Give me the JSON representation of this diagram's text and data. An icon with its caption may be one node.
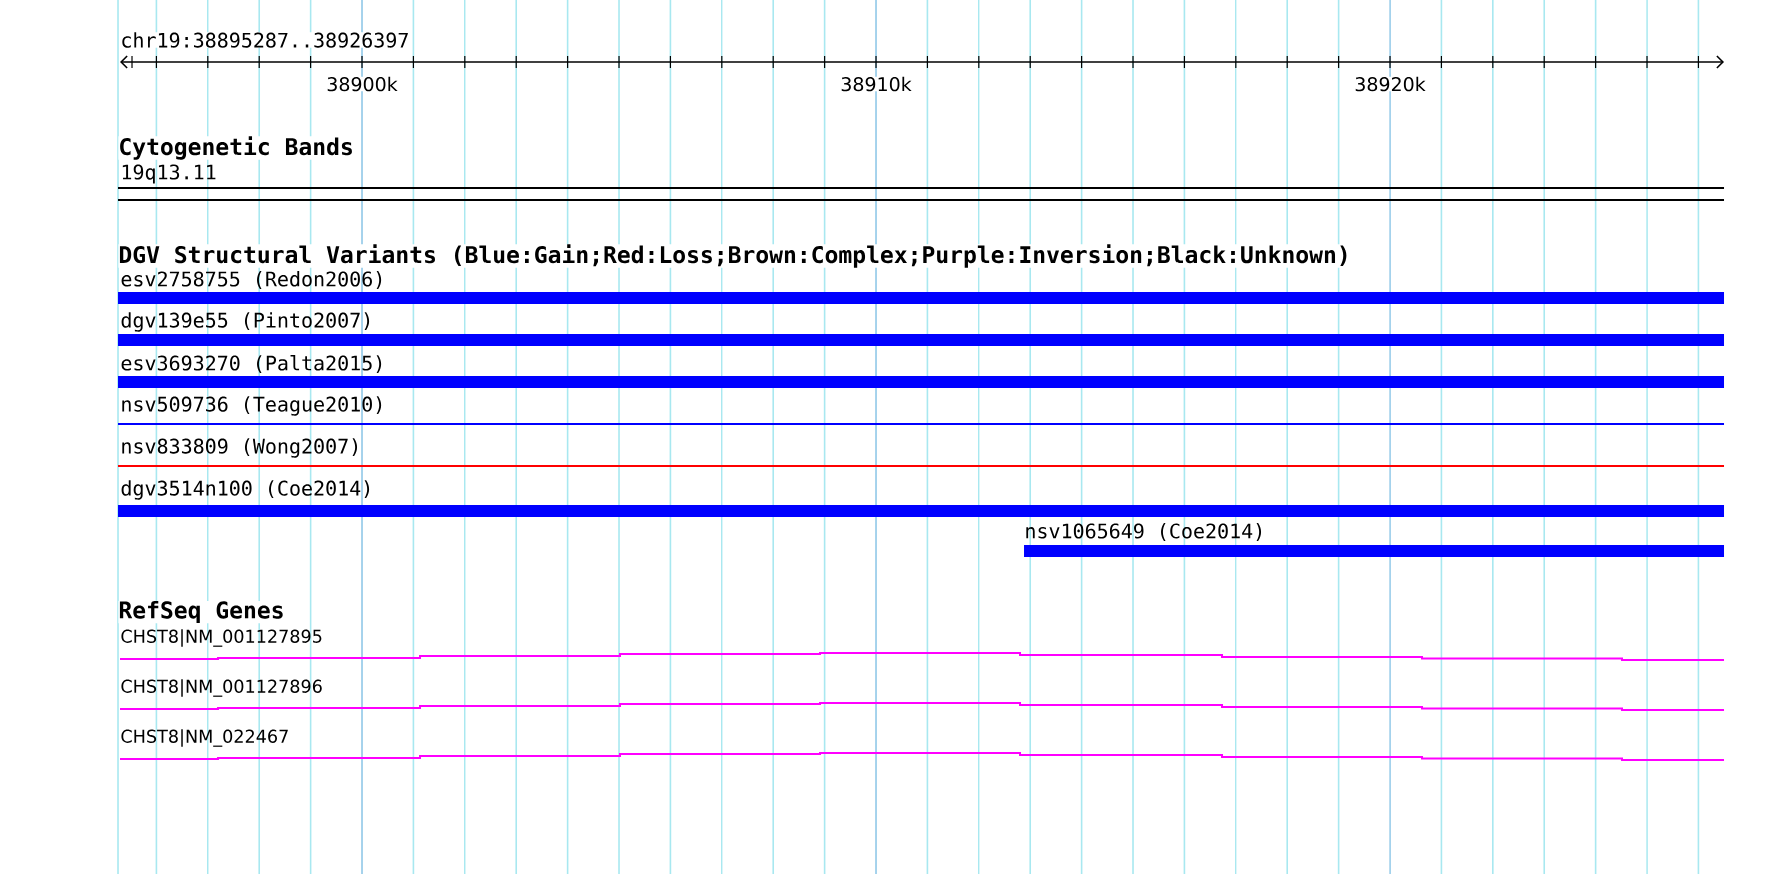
{
  "diagram": {
    "nodes": [
      {
        "text": [
          "19q13.11"
        ]
      },
      {
        "text": [
          "esv2758755 (Redon2006)"
        ]
      },
      {
        "text": [
          "dgv139e55 (Pinto2007)"
        ]
      },
      {
        "text": [
          "esv3693270 (Palta2015)"
        ]
      },
      {
        "text": [
          "nsv509736 (Teague2010)"
        ]
      },
      {
        "text": [
          "nsv833809 (Wong2007)"
        ]
      },
      {
        "text": [
          "dgv3514n100 (Coe2014)"
        ]
      },
      {
        "text": [
          "nsv1065649 (Coe2014)"
        ]
      },
      {
        "text": [
          "CHST8|NM_001127895"
        ]
      },
      {
        "text": [
          "CHST8|NM_001127896"
        ]
      },
      {
        "text": [
          "CHST8|NM_022467"
        ]
      }
    ],
    "labels": [
      "chr19:38895287..38926397",
      "38900k",
      "38910k",
      "38920k",
      "Cytogenetic Bands",
      "DGV Structural Variants (Blue:Gain;Red:Loss;Brown:Complex;Purple:Inversion;Black:Unknown)",
      "RefSeq Genes"
    ]
  }
}
